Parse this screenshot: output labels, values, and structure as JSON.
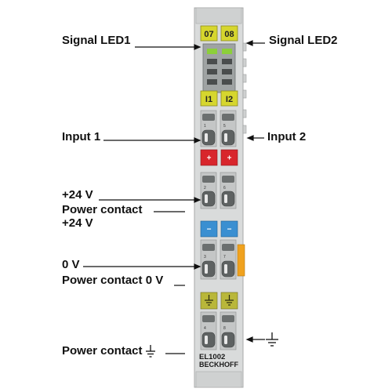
{
  "labels": {
    "signal_led1": "Signal LED1",
    "signal_led2": "Signal LED2",
    "input1": "Input 1",
    "input2": "Input 2",
    "plus24v": "+24 V",
    "power_contact": "Power contact",
    "plus24v_2": "+24 V",
    "zero_v": "0 V",
    "power_contact_0v": "Power contact 0 V",
    "power_contact_gnd": "Power contact"
  },
  "module": {
    "led_badge_left": "07",
    "led_badge_right": "08",
    "input_badge_left": "I1",
    "input_badge_right": "I2",
    "model": "EL1002",
    "brand": "BECKHOFF",
    "terminal_numbers": [
      "1",
      "5",
      "2",
      "6",
      "3",
      "7",
      "4",
      "8"
    ],
    "plus_symbol": "+",
    "minus_symbol": "−"
  },
  "colors": {
    "module_body": "#d9dbdb",
    "yellow_badge": "#d6d62e",
    "red_block": "#d8262c",
    "blue_block": "#3a8fd1",
    "orange_tab": "#f0a21e"
  },
  "icons": {
    "ground": "ground-icon"
  }
}
